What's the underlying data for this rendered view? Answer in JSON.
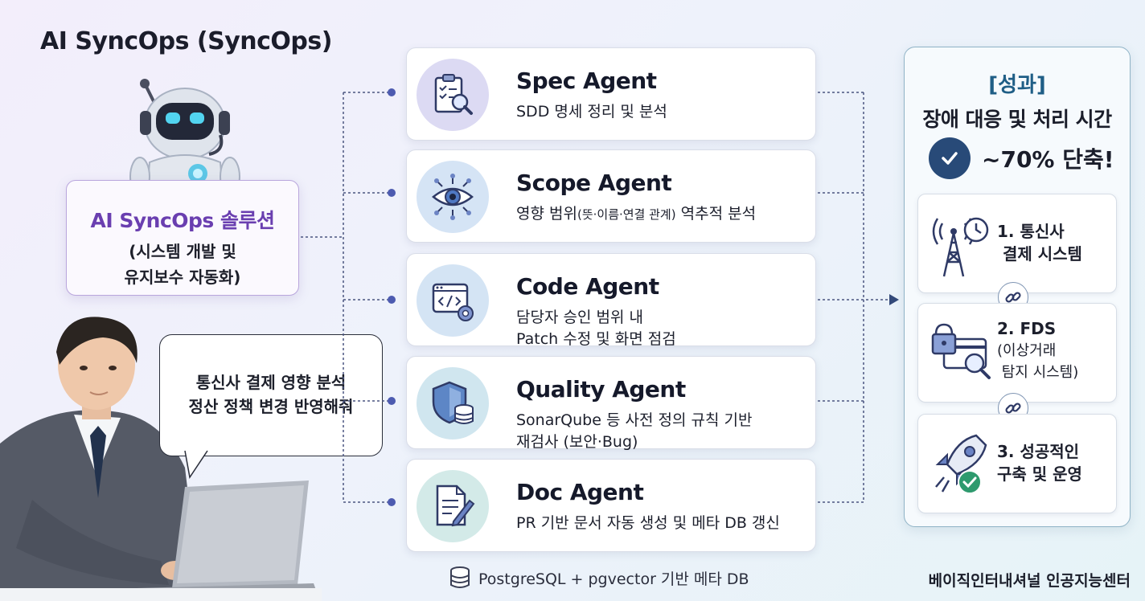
{
  "title": "AI SyncOps (SyncOps)",
  "solution": {
    "title": "AI SyncOps 솔루션",
    "sub1": "(시스템 개발 및",
    "sub2": "유지보수 자동화)"
  },
  "request_bubble": {
    "line1": "통신사 결제 영향 분석",
    "line2": "정산 정책 변경 반영해줘"
  },
  "agents": [
    {
      "name": "Spec Agent",
      "desc1": "SDD 명세 정리 및 분석",
      "icon": "clipboard-magnifier-icon",
      "color": "#dcdaf3"
    },
    {
      "name": "Scope Agent",
      "desc1_main": "영향 범위",
      "desc1_paren": "(뜻·이름·연결 관계)",
      "desc1_tail": " 역추적 분석",
      "icon": "eye-network-icon",
      "color": "#d5e4f5"
    },
    {
      "name": "Code Agent",
      "desc1": "담당자 승인 범위 내",
      "desc2": "Patch 수정 및 화면 점검",
      "icon": "code-window-gear-icon",
      "color": "#d4e4f4"
    },
    {
      "name": "Quality Agent",
      "desc1": "SonarQube 등 사전 정의 규칙 기반",
      "desc2": "재검사 (보안·Bug)",
      "icon": "shield-database-icon",
      "color": "#d0e6ef"
    },
    {
      "name": "Doc Agent",
      "desc1": "PR 기반 문서 자동 생성 및 메타 DB 갱신",
      "icon": "document-pen-icon",
      "color": "#d3eae8"
    }
  ],
  "db_note": "PostgreSQL + pgvector 기반 메타 DB",
  "results": {
    "head": "[성과]",
    "line": "장애 대응 및 처리 시간",
    "pct": "~70% 단축!",
    "items": [
      {
        "line1": "1. 통신사",
        "line2": " 결제 시스템",
        "icon": "telecom-tower-clock-icon"
      },
      {
        "line1": "2. FDS",
        "line2": "(이상거래",
        "line3": " 탐지 시스템)",
        "icon": "lock-card-magnifier-icon"
      },
      {
        "line1": "3. 성공적인",
        "line2": "구축 및 운영",
        "icon": "rocket-check-icon"
      }
    ]
  },
  "footer": "베이직인터내셔널 인공지능센터",
  "colors": {
    "accent_purple": "#6a3fb0",
    "accent_blue": "#1f5e86",
    "check_navy": "#284a78",
    "connector": "#4a5580"
  }
}
